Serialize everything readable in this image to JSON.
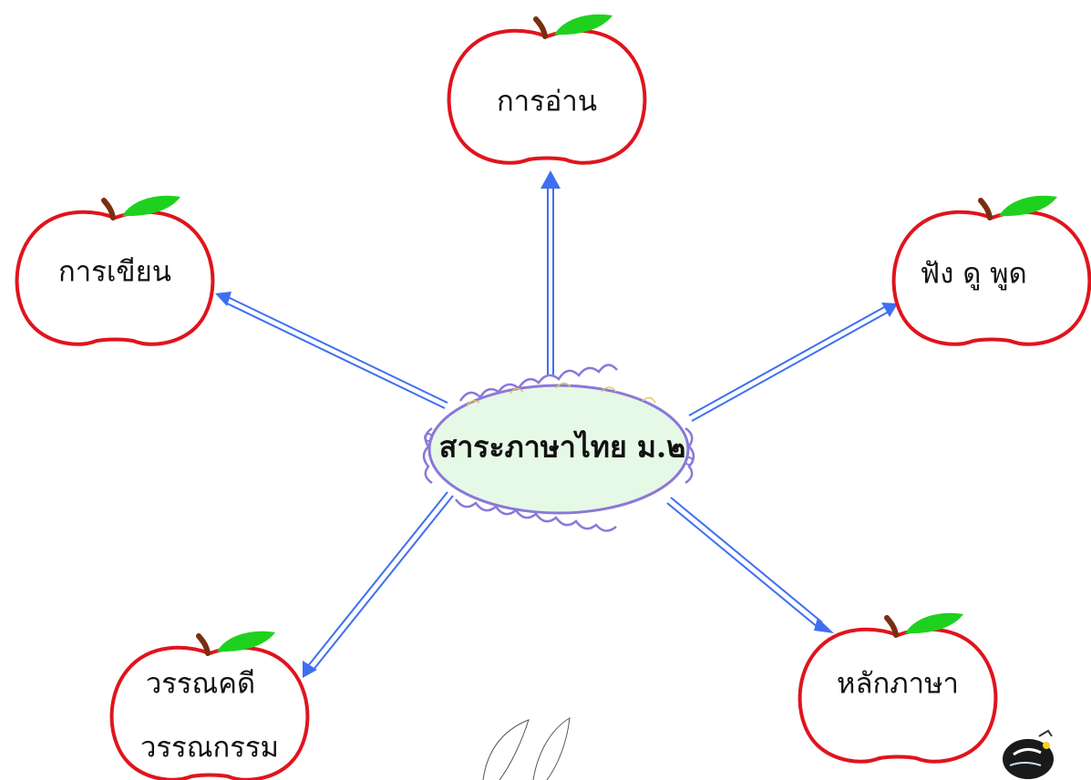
{
  "center": {
    "title": "สาระภาษาไทย ม.๒"
  },
  "branches": [
    {
      "id": "reading",
      "lines": [
        "การอ่าน"
      ]
    },
    {
      "id": "writing",
      "lines": [
        "การเขียน"
      ]
    },
    {
      "id": "listening",
      "lines": [
        "ฟัง ดู พูด"
      ]
    },
    {
      "id": "literature",
      "lines": [
        "วรรณคดี",
        "วรรณกรรม"
      ]
    },
    {
      "id": "grammar",
      "lines": [
        "หลักภาษา"
      ]
    }
  ],
  "icons": {
    "node_shape": "apple-icon",
    "center_frame": "ornamental-cloud-frame",
    "decor_bottom": "leaf-doodle-icon",
    "decor_corner": "bird-icon"
  },
  "colors": {
    "apple_outline": "#e0141c",
    "leaf": "#1fd11f",
    "stem": "#7a2e10",
    "arrow": "#3e6ff2",
    "center_fill": "#e6f8e6",
    "center_border": "#8a78d8"
  }
}
